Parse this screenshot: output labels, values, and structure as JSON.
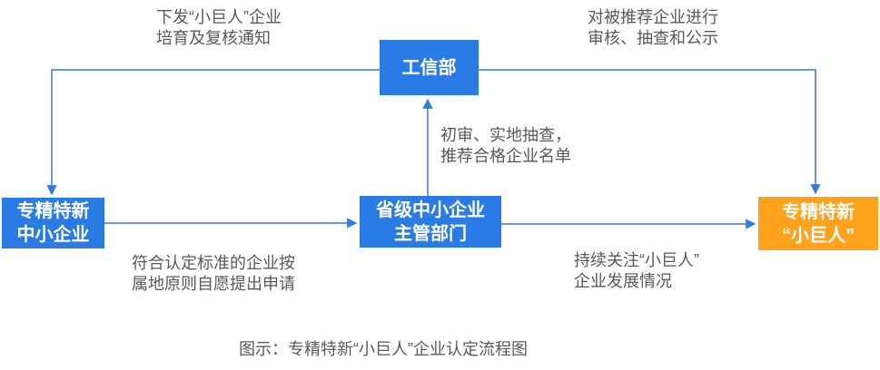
{
  "diagram": {
    "caption": "图示：专精特新“小巨人”企业认定流程图",
    "nodes": {
      "miit": {
        "label": "工信部",
        "color": "#2b7be5"
      },
      "sme": {
        "label": "专精特新\n中小企业",
        "color": "#2b7be5"
      },
      "provincial": {
        "label": "省级中小企业\n主管部门",
        "color": "#2b7be5"
      },
      "little_giant": {
        "label": "专精特新\n“小巨人”",
        "color": "#ffa21e"
      }
    },
    "edge_labels": {
      "notify": "下发“小巨人”企业\n培育及复核通知",
      "review": "对被推荐企业进行\n审核、抽查和公示",
      "recommend": "初审、实地抽查，\n推荐合格企业名单",
      "apply": "符合认定标准的企业按\n属地原则自愿提出申请",
      "follow": "持续关注“小巨人”\n企业发展情况"
    },
    "colors": {
      "node_blue": "#2b7be5",
      "node_orange": "#ffa21e",
      "arrow_blue": "#3579de",
      "label_gray": "#595959"
    }
  }
}
